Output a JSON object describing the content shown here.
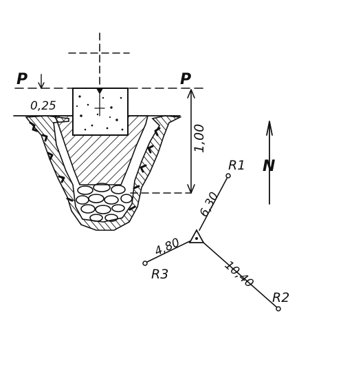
{
  "section": {
    "left_marker": "P",
    "right_marker": "P",
    "offset_label": "0,25",
    "depth_label": "1,00"
  },
  "plan": {
    "north_label": "N",
    "points": [
      {
        "name": "R1",
        "distance": "6,30"
      },
      {
        "name": "R2",
        "distance": "10,40"
      },
      {
        "name": "R3",
        "distance": "4,80"
      }
    ]
  }
}
